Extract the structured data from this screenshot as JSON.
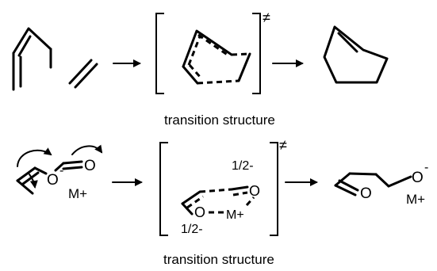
{
  "reaction_1": {
    "ts_symbol": "≠",
    "caption": "transition structure"
  },
  "reaction_2": {
    "reactant_labels": {
      "enolate_oxygen": "O",
      "enolate_charge": "-",
      "carbonyl_oxygen": "O",
      "counterion": "M+"
    },
    "ts_labels": {
      "partial_charge_top": "1/2-",
      "carbonyl_oxygen": "O",
      "enolate_oxygen": "O",
      "counterion": "M+",
      "partial_charge_bottom": "1/2-",
      "ts_symbol": "≠"
    },
    "product_labels": {
      "carbonyl_oxygen": "O",
      "alkoxide_oxygen": "O",
      "alkoxide_charge": "-",
      "counterion": "M+"
    },
    "caption": "transition structure"
  }
}
